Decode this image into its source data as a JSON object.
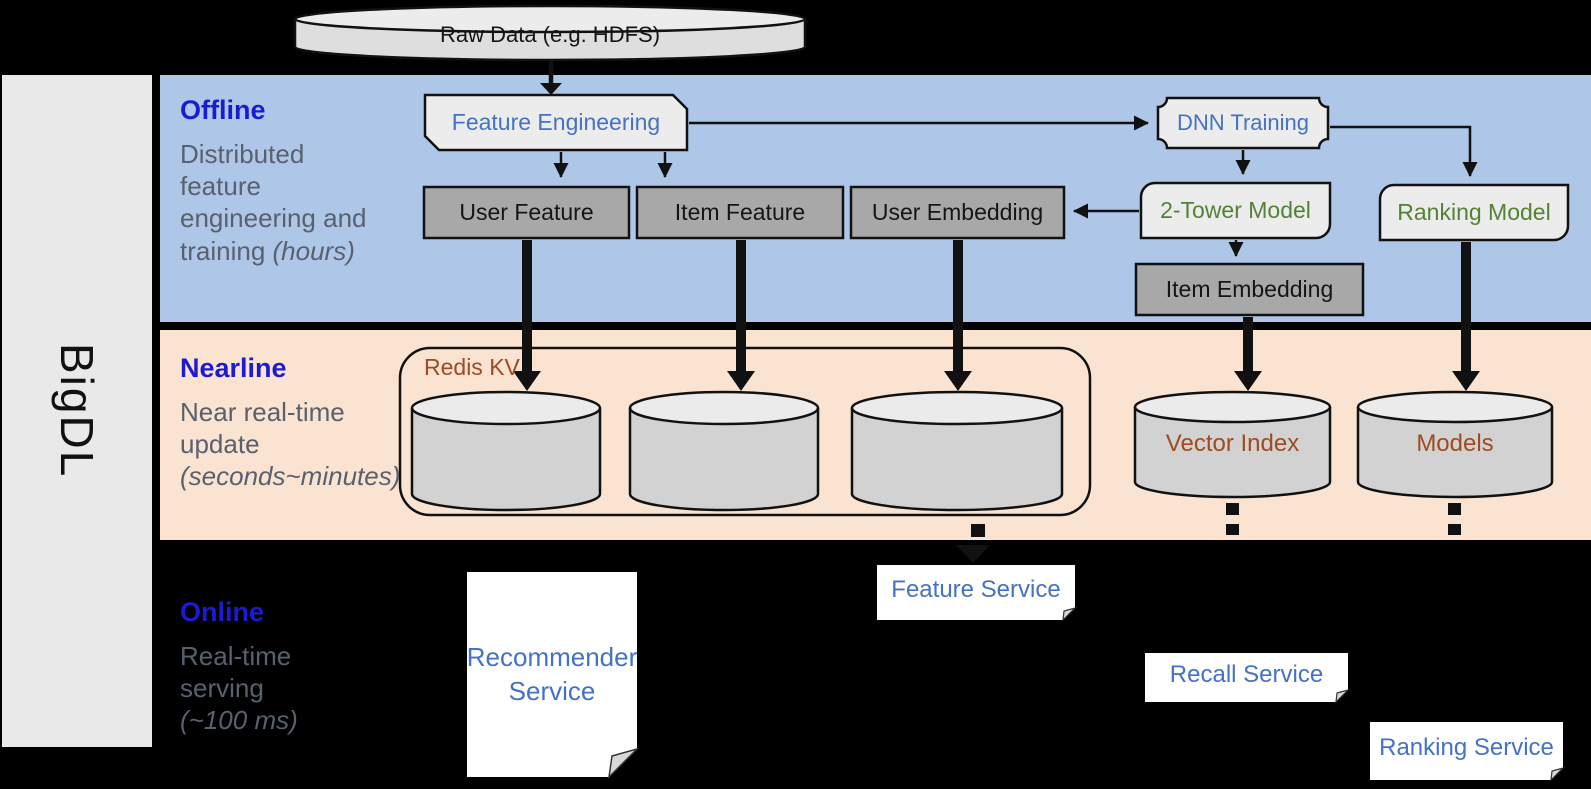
{
  "sidebar": {
    "label": "BigDL"
  },
  "raw_data": {
    "label": "Raw Data (e.g. HDFS)"
  },
  "bands": {
    "offline": {
      "title": "Offline",
      "description": "Distributed feature engineering and training",
      "description_italic": "(hours)"
    },
    "nearline": {
      "title": "Nearline",
      "description": "Near real-time update",
      "description_italic": "(seconds~minutes)"
    },
    "online": {
      "title": "Online",
      "description": "Real-time serving",
      "description_italic": "(~100 ms)"
    }
  },
  "offline_nodes": {
    "feature_engineering": "Feature Engineering",
    "user_feature": "User Feature",
    "item_feature": "Item Feature",
    "user_embedding": "User Embedding",
    "dnn_training": "DNN Training",
    "two_tower_model": "2-Tower Model",
    "ranking_model": "Ranking Model",
    "item_embedding": "Item Embedding"
  },
  "nearline_nodes": {
    "redis_kv": "Redis KV",
    "vector_index": "Vector Index",
    "models": "Models"
  },
  "online_nodes": {
    "recommender_service": "Recommender Service",
    "feature_service": "Feature Service",
    "recall_service": "Recall Service",
    "ranking_service": "Ranking Service"
  },
  "colors": {
    "offline_band": "#aec6e8",
    "nearline_band": "#fbe3d1",
    "online_band": "#000000",
    "sidebar_bg": "#e9e9e9",
    "gray_box": "#a8a8a8",
    "light_box": "#ececec",
    "cylinder_body": "#d2d2d2",
    "cylinder_top": "#ebebeb",
    "heading_blue": "#1b1bd3",
    "description_gray": "#59616e",
    "process_text_blue": "#4472c4",
    "model_text_green": "#548235",
    "storage_text_brown": "#9e4b22",
    "outline_black": "#111111"
  }
}
